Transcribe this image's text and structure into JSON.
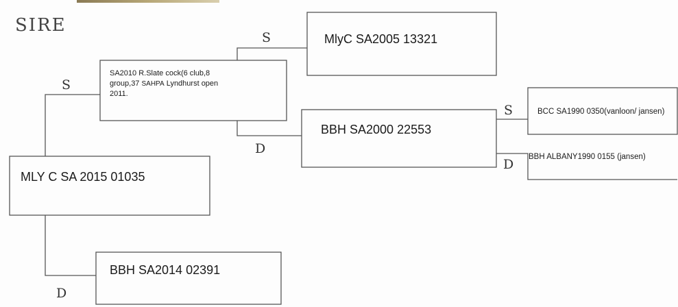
{
  "title": "SIRE",
  "main_bird": "MLY C SA 2015 01035",
  "sire": {
    "line1": "SA2010 R.Slate cock(6 club,8",
    "line2_pre": "group,37",
    "line2_small": "SAHPA",
    "line2_post": "Lyndhurst open",
    "line3": "2011."
  },
  "dam": "BBH SA2014 02391",
  "sire_sire": "MlyC SA2005 13321",
  "sire_dam": "BBH SA2000 22553",
  "sire_dam_sire": "BCC SA1990 0350(vanloon/ jansen)",
  "sire_dam_dam": "BBH ALBANY1990 0155 (jansen)",
  "marks": {
    "sire_mark": "S",
    "dam_mark": "D"
  }
}
